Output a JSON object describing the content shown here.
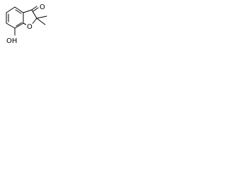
{
  "molecule": {
    "atom_labels": {
      "carbonyl_oxygen": "O",
      "ring_oxygen": "O",
      "hydroxyl": "OH"
    },
    "colors": {
      "bond": "#000000",
      "label": "#000000",
      "background": "#ffffff"
    }
  }
}
